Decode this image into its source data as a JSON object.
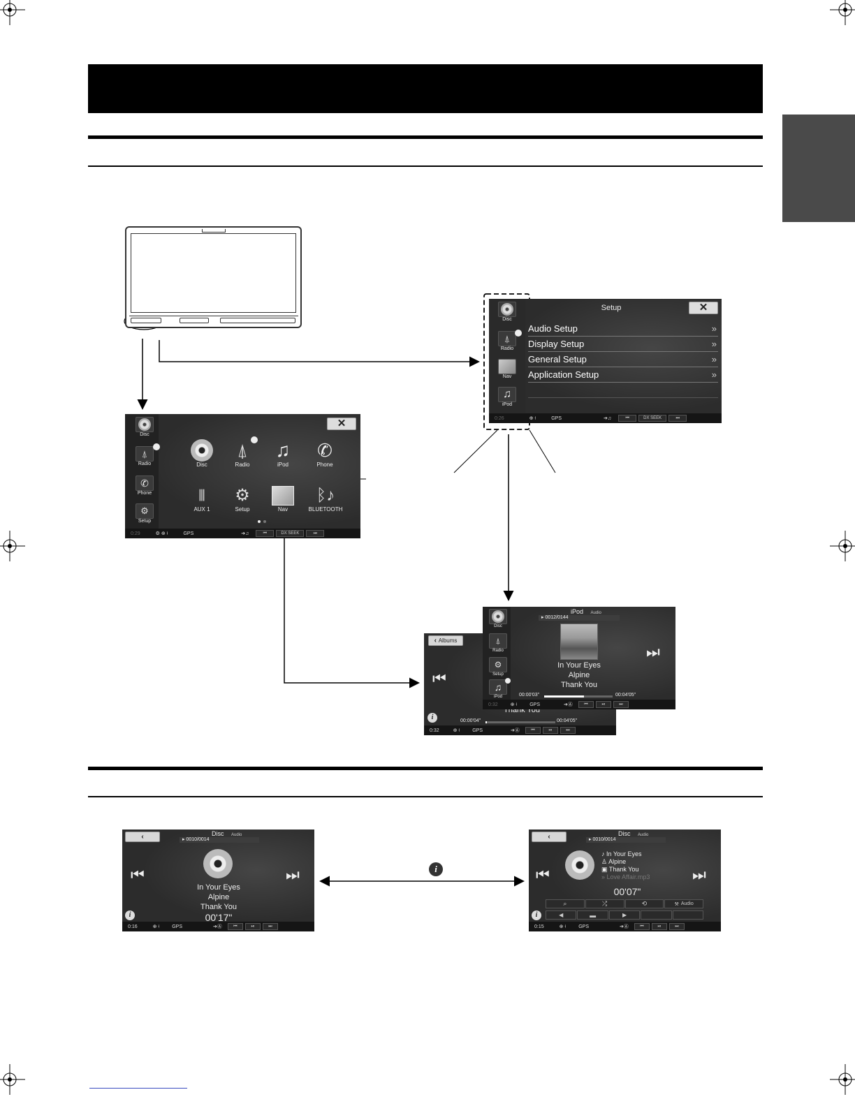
{
  "home_screen": {
    "rail": [
      "Disc",
      "Radio",
      "Phone",
      "Setup"
    ],
    "icons_row1": [
      "Disc",
      "Radio",
      "iPod",
      "Phone"
    ],
    "icons_row2": [
      "AUX 1",
      "Setup",
      "Nav",
      "BLUETOOTH"
    ],
    "time": "0:29",
    "gps": "GPS",
    "seek": "DX SEEK"
  },
  "setup_screen": {
    "rail": [
      "Disc",
      "Radio",
      "Nav",
      "iPod"
    ],
    "title": "Setup",
    "items": [
      "Audio Setup",
      "Display Setup",
      "General Setup",
      "Application Setup"
    ],
    "time": "0:26",
    "gps": "GPS",
    "seek": "DX SEEK"
  },
  "ipod_front": {
    "rail": [
      "Disc",
      "Radio",
      "Setup",
      "iPod"
    ],
    "title": "iPod",
    "subtitle": "Audio",
    "track_count": "0012/0144",
    "song": "In Your Eyes",
    "artist": "Alpine",
    "album": "Thank You",
    "elapsed": "00:00'03\"",
    "total": "00:04'05\"",
    "progress": 0.58,
    "time": "0:32",
    "gps": "GPS"
  },
  "ipod_back": {
    "back_label": "Albums",
    "album": "Thank You",
    "elapsed": "00:00'04\"",
    "total": "00:04'05\"",
    "time": "0:32",
    "gps": "GPS"
  },
  "disc_simple": {
    "title": "Disc",
    "subtitle": "Audio",
    "track_count": "0010/0014",
    "song": "In Your Eyes",
    "artist": "Alpine",
    "album": "Thank You",
    "elapsed": "00'17\"",
    "time": "0:16",
    "gps": "GPS"
  },
  "disc_detail": {
    "title": "Disc",
    "subtitle": "Audio",
    "track_count": "0010/0014",
    "song": "In Your Eyes",
    "artist": "Alpine",
    "album": "Thank You",
    "file": "Love Affair.mp3",
    "elapsed": "00'07\"",
    "audio_label": "Audio",
    "time": "0:15",
    "gps": "GPS"
  }
}
